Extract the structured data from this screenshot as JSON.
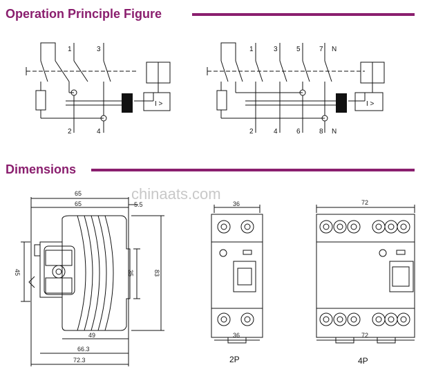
{
  "sections": {
    "principle_title": "Operation Principle Figure",
    "dimensions_title": "Dimensions"
  },
  "watermark": "chinaats.com",
  "schematic_2p": {
    "top_terminals": [
      "1",
      "3"
    ],
    "bottom_terminals": [
      "2",
      "4"
    ],
    "trip_symbol": "I >"
  },
  "schematic_4p": {
    "top_terminals": [
      "1",
      "3",
      "5",
      "7"
    ],
    "top_neutral": "N",
    "bottom_terminals": [
      "2",
      "4",
      "6",
      "8"
    ],
    "bottom_neutral": "N",
    "trip_symbol": "I >"
  },
  "side_view_dims": {
    "top_outer": "65",
    "top_inner": "65",
    "top_right": "5.5",
    "height_left": "45",
    "height_mid": "35",
    "height_right": "83",
    "bottom_1": "49",
    "bottom_2": "66.3",
    "bottom_3": "72.3"
  },
  "front_2p": {
    "width_top": "36",
    "width_bottom": "36",
    "caption": "2P"
  },
  "front_4p": {
    "width_top": "72",
    "width_bottom": "72",
    "caption": "4P"
  },
  "colors": {
    "accent": "#8a1e6e",
    "line": "#111111"
  }
}
